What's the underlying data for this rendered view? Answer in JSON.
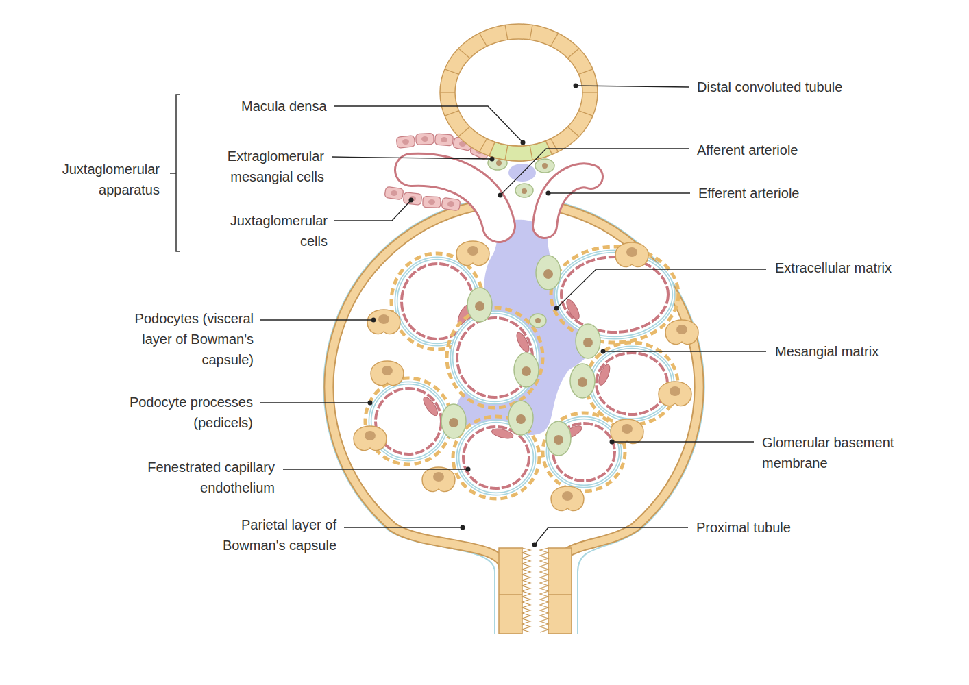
{
  "diagram": {
    "labels": [
      "Distal convoluted tubule",
      "Macula densa",
      "Juxtaglomerular apparatus",
      "Extraglomerular mesangial cells",
      "Afferent arteriole",
      "Efferent arteriole",
      "Juxtaglomerular cells",
      "Extracellular matrix",
      "Podocytes (visceral layer of Bowman's capsule)",
      "Mesangial matrix",
      "Podocyte processes (pedicels)",
      "Glomerular basement membrane",
      "Fenestrated capillary endothelium",
      "Parietal layer of Bowman's capsule",
      "Proximal tubule"
    ]
  }
}
